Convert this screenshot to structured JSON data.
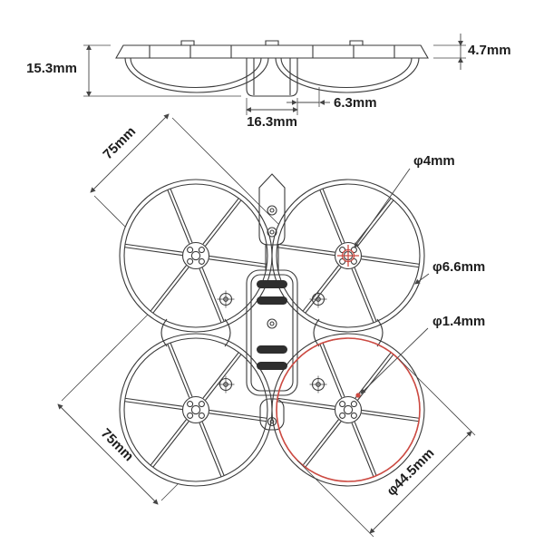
{
  "diagram": {
    "type": "technical-drawing",
    "subject": "whoop-drone-frame",
    "units": "mm",
    "colors": {
      "line": "#3a3a3a",
      "highlight": "#cd4a42",
      "slot_fill": "#2e2e2e",
      "text": "#1d1d1d",
      "background": "#ffffff"
    },
    "side_view": {
      "overall_height": "15.3mm",
      "plate_thickness": "4.7mm",
      "mount_width": "16.3mm",
      "mount_offset": "6.3mm"
    },
    "top_view": {
      "wheelbase_top": "75mm",
      "wheelbase_bottom": "75mm",
      "motor_hole_diameter": "φ4mm",
      "duct_rim_width": "φ6.6mm",
      "small_hole_diameter": "φ1.4mm",
      "duct_inner_diameter": "φ44.5mm"
    }
  }
}
